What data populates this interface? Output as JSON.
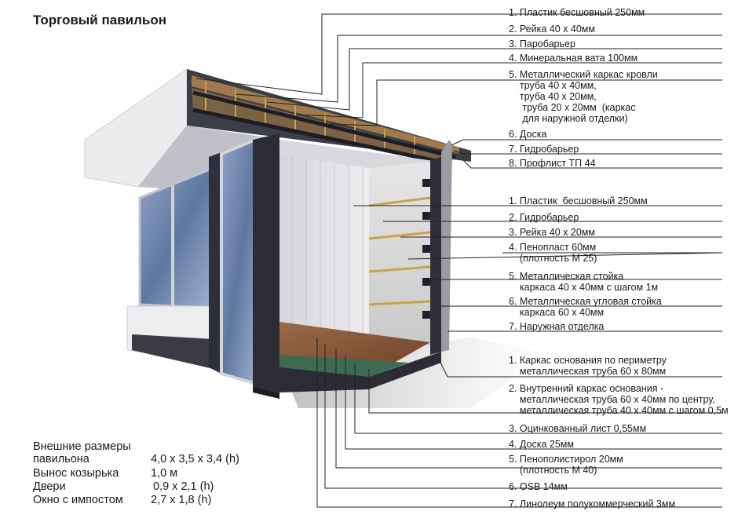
{
  "title": "Торговый павильон",
  "roof_layers": [
    "1. Пластик бесшовный 250мм",
    "2. Рейка 40 х 40мм",
    "3. Паробарьер",
    "4. Минеральная вата 100мм",
    "5. Металлический каркас кровли\n    труба 40 х 40мм,\n    труба 40 х 20мм,\n     труба 20 х 20мм  (каркас\n     для наружной отделки)",
    "6. Доска",
    "7. Гидробарьер",
    "8. Профлист ТП 44"
  ],
  "wall_layers": [
    "1. Пластик  бесшовный 250мм",
    "2. Гидробарьер",
    "3. Рейка 40 х 20мм",
    "4. Пенопласт 60мм\n    (плотность М 25)",
    "5. Металлическая стойка\n    каркаса 40 х 40мм с шагом 1м",
    "6. Металлическая угловая стойка\n    каркаса 60 х 40мм",
    "7. Наружная отделка"
  ],
  "floor_layers": [
    "1. Каркас основания по периметру\n    металлическая труба 60 х 80мм",
    "2. Внутренний каркас основания -\n    металлическая труба 60 х 40мм по центру,\n    металлическая труба 40 х 40мм с шагом 0,5м",
    "3. Оцинкованный лист 0,55мм",
    "4. Доска 25мм",
    "5. Пенополистирол 20мм\n    (плотность М 40)",
    "6. OSB 14мм",
    "7. Линолеум полукоммерческий 3мм"
  ],
  "dimensions": {
    "heading": "Внешние размеры",
    "rows": [
      {
        "label": "павильона",
        "value": "4,0 х 3,5 х 3,4 (h)"
      },
      {
        "label": "Вынос козырька",
        "value": "1,0 м"
      },
      {
        "label": "Двери",
        "value": "0,9 х 2,1 (h)"
      },
      {
        "label": "Окно с импостом",
        "value": "2,7 х 1,8 (h)"
      }
    ]
  },
  "colors": {
    "frame": "#2e2f3a",
    "glass": "#6f86ad",
    "panel": "#e9e9ec",
    "wood": "#8a5a3a",
    "batten": "#c7a24a",
    "leader": "#222222"
  }
}
